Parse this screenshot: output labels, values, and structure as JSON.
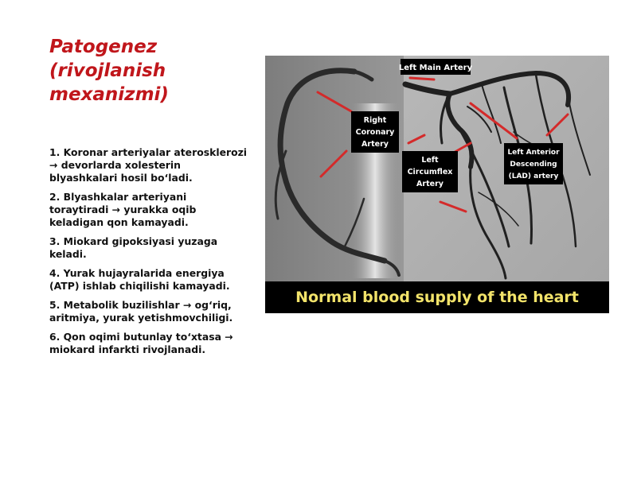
{
  "slide": {
    "title_lines": [
      "Patogenez",
      "(rivojlanish",
      "mexanizmi)"
    ],
    "steps": [
      "1. Koronar arteriyalar aterosklerozi → devorlarda xolesterin blyashkalari hosil bo‘ladi.",
      "2. Blyashkalar arteriyani toraytiradi → yurakka oqib keladigan qon kamayadi.",
      "3. Miokard gipoksiyasi yuzaga keladi.",
      "4. Yurak hujayralarida energiya (ATP) ishlab chiqilishi kamayadi.",
      "5. Metabolik buzilishlar → og‘riq, aritmiya, yurak yetishmovchiligi.",
      "6. Qon oqimi butunlay to‘xtasa → miokard infarkti rivojlanadi."
    ]
  },
  "figure": {
    "labels": {
      "left_main": "Left Main Artery",
      "right_coronary": [
        "Right",
        "Coronary",
        "Artery"
      ],
      "left_circumflex": [
        "Left",
        "Circumflex",
        "Artery"
      ],
      "lad": [
        "Left Anterior",
        "Descending",
        "(LAD) artery"
      ]
    },
    "caption": "Normal blood supply of the heart",
    "colors": {
      "title": "#c0161b",
      "caption_text": "#f2e36a",
      "arrow": "#d42a2a",
      "label_box": "#000000",
      "label_text": "#ffffff"
    }
  }
}
